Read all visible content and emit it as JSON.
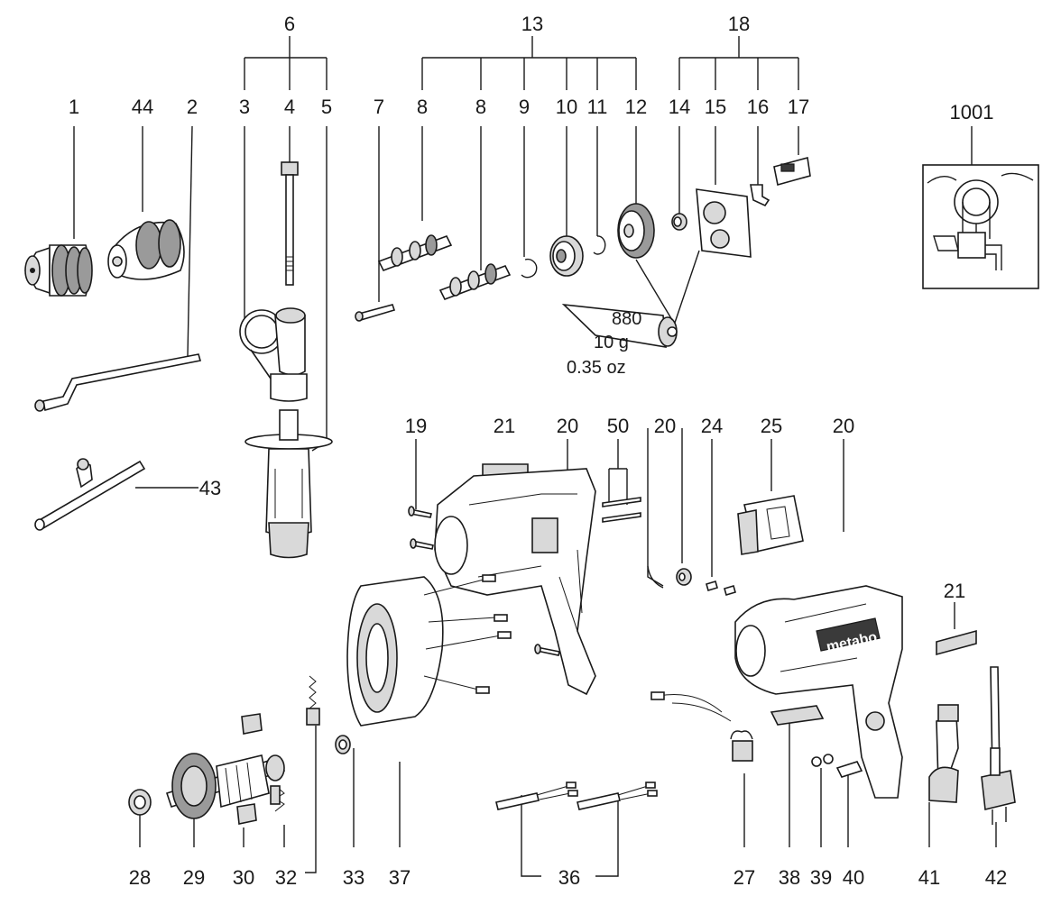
{
  "part_labels": {
    "p1": "1",
    "p44": "44",
    "p2": "2",
    "p3": "3",
    "p4": "4",
    "p5": "5",
    "p6": "6",
    "p7": "7",
    "p8a": "8",
    "p8b": "8",
    "p9": "9",
    "p10": "10",
    "p11": "11",
    "p12": "12",
    "p13": "13",
    "p14": "14",
    "p15": "15",
    "p16": "16",
    "p17": "17",
    "p18": "18",
    "p1001": "1001",
    "p43": "43",
    "p19": "19",
    "p21a": "21",
    "p20a": "20",
    "p50": "50",
    "p20b": "20",
    "p24": "24",
    "p25": "25",
    "p20c": "20",
    "p21b": "21",
    "p28": "28",
    "p29": "29",
    "p30": "30",
    "p32": "32",
    "p33": "33",
    "p37": "37",
    "p36": "36",
    "p27": "27",
    "p38": "38",
    "p39": "39",
    "p40": "40",
    "p41": "41",
    "p42": "42"
  },
  "grease_tube": {
    "code": "880",
    "weight_metric": "10 g",
    "weight_imperial": "0.35 oz"
  },
  "housing_brand": "metabo"
}
